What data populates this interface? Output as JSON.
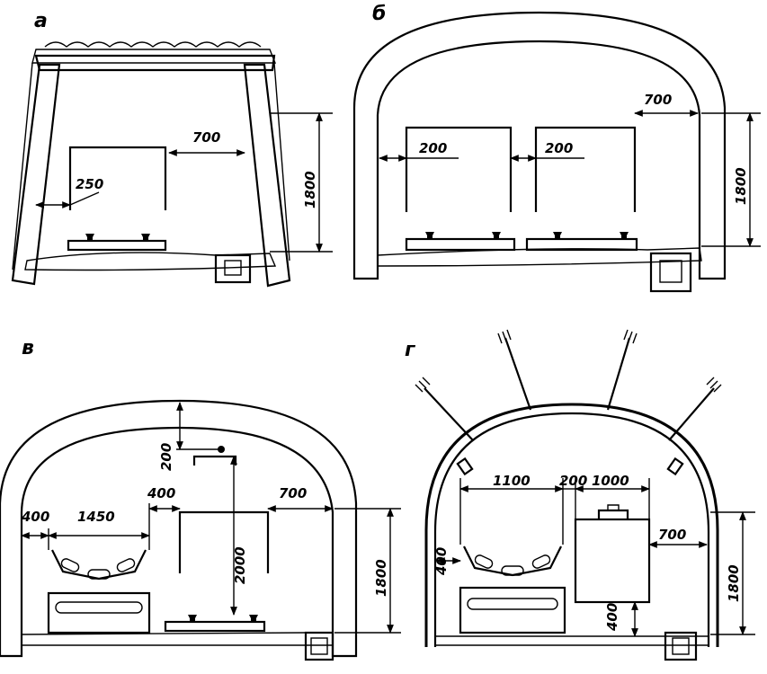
{
  "panels": {
    "a": {
      "label": "а",
      "dims": {
        "d700": "700",
        "d250": "250",
        "d1800": "1800"
      }
    },
    "b": {
      "label": "б",
      "dims": {
        "d700": "700",
        "d200a": "200",
        "d200b": "200",
        "d1800": "1800"
      }
    },
    "v": {
      "label": "в",
      "dims": {
        "d400": "400",
        "d1450": "1450",
        "d400b": "400",
        "d700": "700",
        "d200": "200",
        "d2000": "2000",
        "d1800": "1800"
      }
    },
    "g": {
      "label": "г",
      "dims": {
        "d1100": "1100",
        "d200": "200",
        "d1000": "1000",
        "d400a": "400",
        "d700": "700",
        "d1800": "1800",
        "d400b": "400"
      }
    }
  }
}
